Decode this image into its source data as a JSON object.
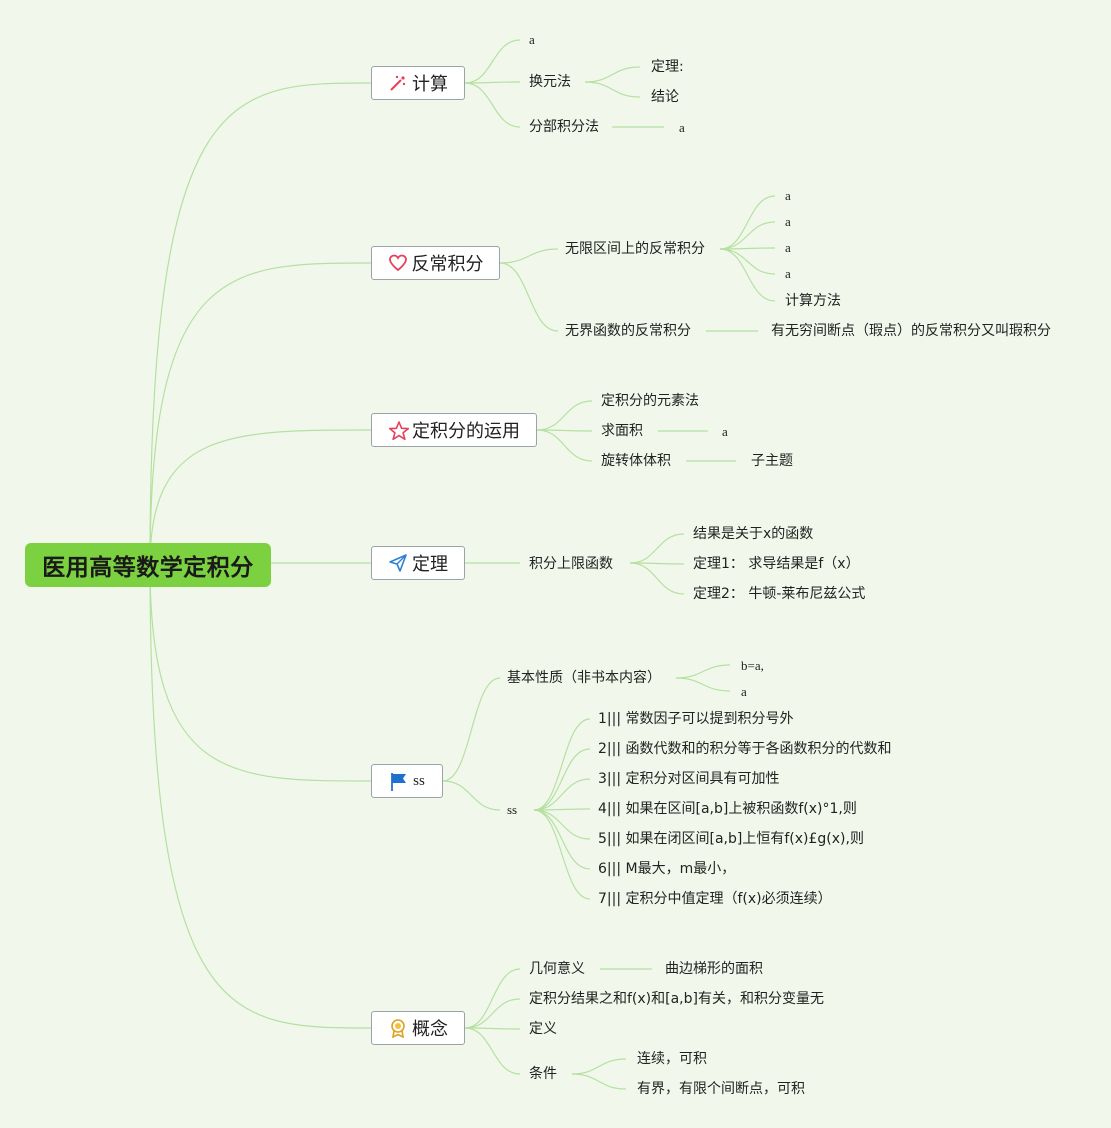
{
  "root": {
    "label": "医用高等数学定积分"
  },
  "branches": [
    {
      "label": "计算",
      "icon": "sparkle-icon",
      "children": [
        {
          "label": "a",
          "children": []
        },
        {
          "label": "换元法",
          "children": [
            {
              "label": "定理:"
            },
            {
              "label": "结论"
            }
          ]
        },
        {
          "label": "分部积分法",
          "children": [
            {
              "label": "a"
            }
          ]
        }
      ]
    },
    {
      "label": "反常积分",
      "icon": "heart-icon",
      "children": [
        {
          "label": "无限区间上的反常积分",
          "children": [
            {
              "label": "a"
            },
            {
              "label": "a"
            },
            {
              "label": "a"
            },
            {
              "label": "a"
            },
            {
              "label": "计算方法"
            }
          ]
        },
        {
          "label": "无界函数的反常积分",
          "children": [
            {
              "label": "有无穷间断点（瑕点）的反常积分又叫瑕积分"
            }
          ]
        }
      ]
    },
    {
      "label": "定积分的运用",
      "icon": "star-icon",
      "children": [
        {
          "label": "定积分的元素法",
          "children": []
        },
        {
          "label": "求面积",
          "children": [
            {
              "label": "a"
            }
          ]
        },
        {
          "label": "旋转体体积",
          "children": [
            {
              "label": "子主题"
            }
          ]
        }
      ]
    },
    {
      "label": "定理",
      "icon": "send-icon",
      "children": [
        {
          "label": "积分上限函数",
          "children": [
            {
              "label": "结果是关于x的函数"
            },
            {
              "label": "定理1： 求导结果是f（x）"
            },
            {
              "label": "定理2： 牛顿-莱布尼兹公式"
            }
          ]
        }
      ]
    },
    {
      "label": "ss",
      "icon": "flag-icon",
      "children": [
        {
          "label": "基本性质（非书本内容）",
          "children": [
            {
              "label": "b=a,"
            },
            {
              "label": "a"
            }
          ]
        },
        {
          "label": "ss",
          "children": [
            {
              "label": "1||| 常数因子可以提到积分号外"
            },
            {
              "label": "2||| 函数代数和的积分等于各函数积分的代数和"
            },
            {
              "label": "3||| 定积分对区间具有可加性"
            },
            {
              "label": "4||| 如果在区间[a,b]上被积函数f(x)°1,则"
            },
            {
              "label": "5||| 如果在闭区间[a,b]上恒有f(x)£g(x),则"
            },
            {
              "label": "6||| M最大，m最小，"
            },
            {
              "label": "7||| 定积分中值定理（f(x)必须连续）"
            }
          ]
        }
      ]
    },
    {
      "label": "概念",
      "icon": "badge-icon",
      "children": [
        {
          "label": "几何意义",
          "children": [
            {
              "label": "曲边梯形的面积"
            }
          ]
        },
        {
          "label": "定积分结果之和f(x)和[a,b]有关，和积分变量无",
          "children": []
        },
        {
          "label": "定义",
          "children": []
        },
        {
          "label": "条件",
          "children": [
            {
              "label": "连续，可积"
            },
            {
              "label": "有界，有限个间断点，可积"
            }
          ]
        }
      ]
    }
  ]
}
